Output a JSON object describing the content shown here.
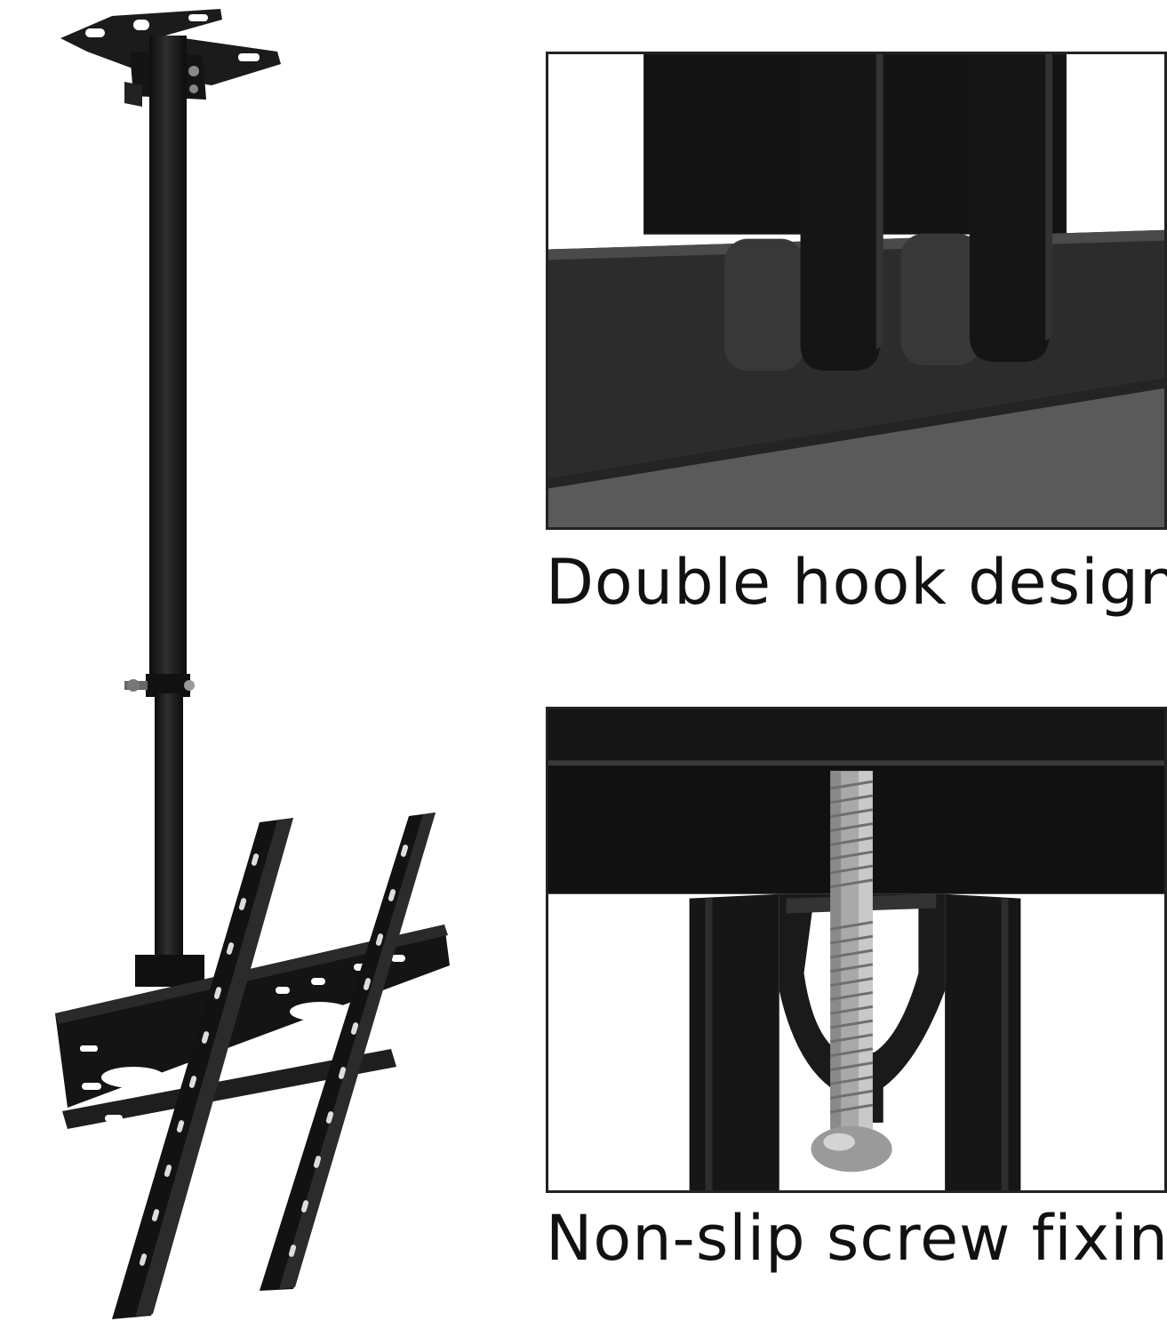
{
  "captions": {
    "hook": "Double hook design",
    "screw": "Non-slip screw fixing"
  },
  "colors": {
    "metal": "#1a1a1a",
    "metal_highlight": "#3a3a3a",
    "panel_grey": "#595959",
    "screw_silver": "#b0b0b0",
    "background": "#ffffff"
  },
  "icons": {
    "mount": "ceiling-tv-mount-illustration",
    "hook_detail": "double-hook-detail",
    "screw_detail": "screw-fixing-detail"
  }
}
